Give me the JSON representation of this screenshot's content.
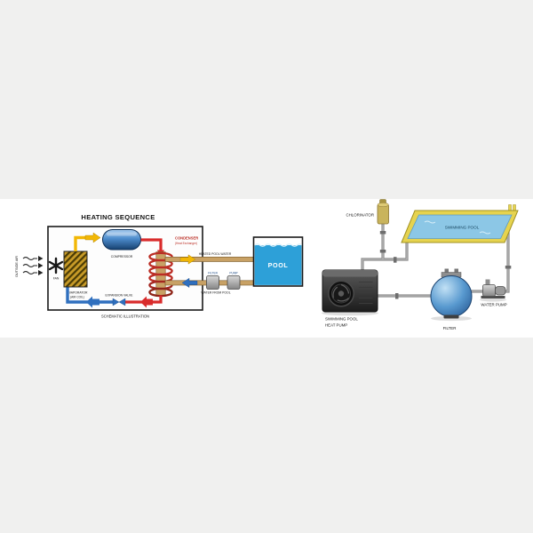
{
  "colors": {
    "page_background": "#f0f0ef",
    "panel_background": "#ffffff",
    "pipe_tan": "#c8a165",
    "pipe_gray": "#8c8c8c",
    "pool_water_blue": "#2da0d8",
    "pool_water_light": "#8cc7e6",
    "deck_yellow": "#e6d34f",
    "hot_red": "#d92b2b",
    "cold_blue": "#2f6fbe",
    "air_yellow": "#f2b705",
    "condenser_red": "#bb2d24",
    "evaporator_gold": "#c89b28"
  },
  "heating_sequence": {
    "title": "HEATING SEQUENCE",
    "caption": "SCHEMATIC ILLUSTRATION",
    "outside_air_label": "OUTSIDE AIR",
    "fan_label": "FAN",
    "evaporator_label": "EVAPORATOR",
    "evaporator_sub_label": "(AIR COIL)",
    "compressor_label": "COMPRESSOR",
    "condenser_label": "CONDENSER",
    "condenser_sub_label": "(Heat Exchanger)",
    "expansion_valve_label": "EXPANSION VALVE",
    "heated_pool_water_label": "HEATED POOL WATER",
    "water_from_pool_label": "WATER FROM POOL",
    "pool_label": "POOL",
    "filter_label": "FILTER",
    "pump_label": "PUMP"
  },
  "installation": {
    "chlorinator_label": "CHLORINATOR",
    "swimming_pool_label": "SWIMMING POOL",
    "heat_pump_label_line1": "SWIMMING POOL",
    "heat_pump_label_line2": "HEAT PUMP",
    "filter_label": "FILTER",
    "water_pump_label": "WATER PUMP"
  }
}
